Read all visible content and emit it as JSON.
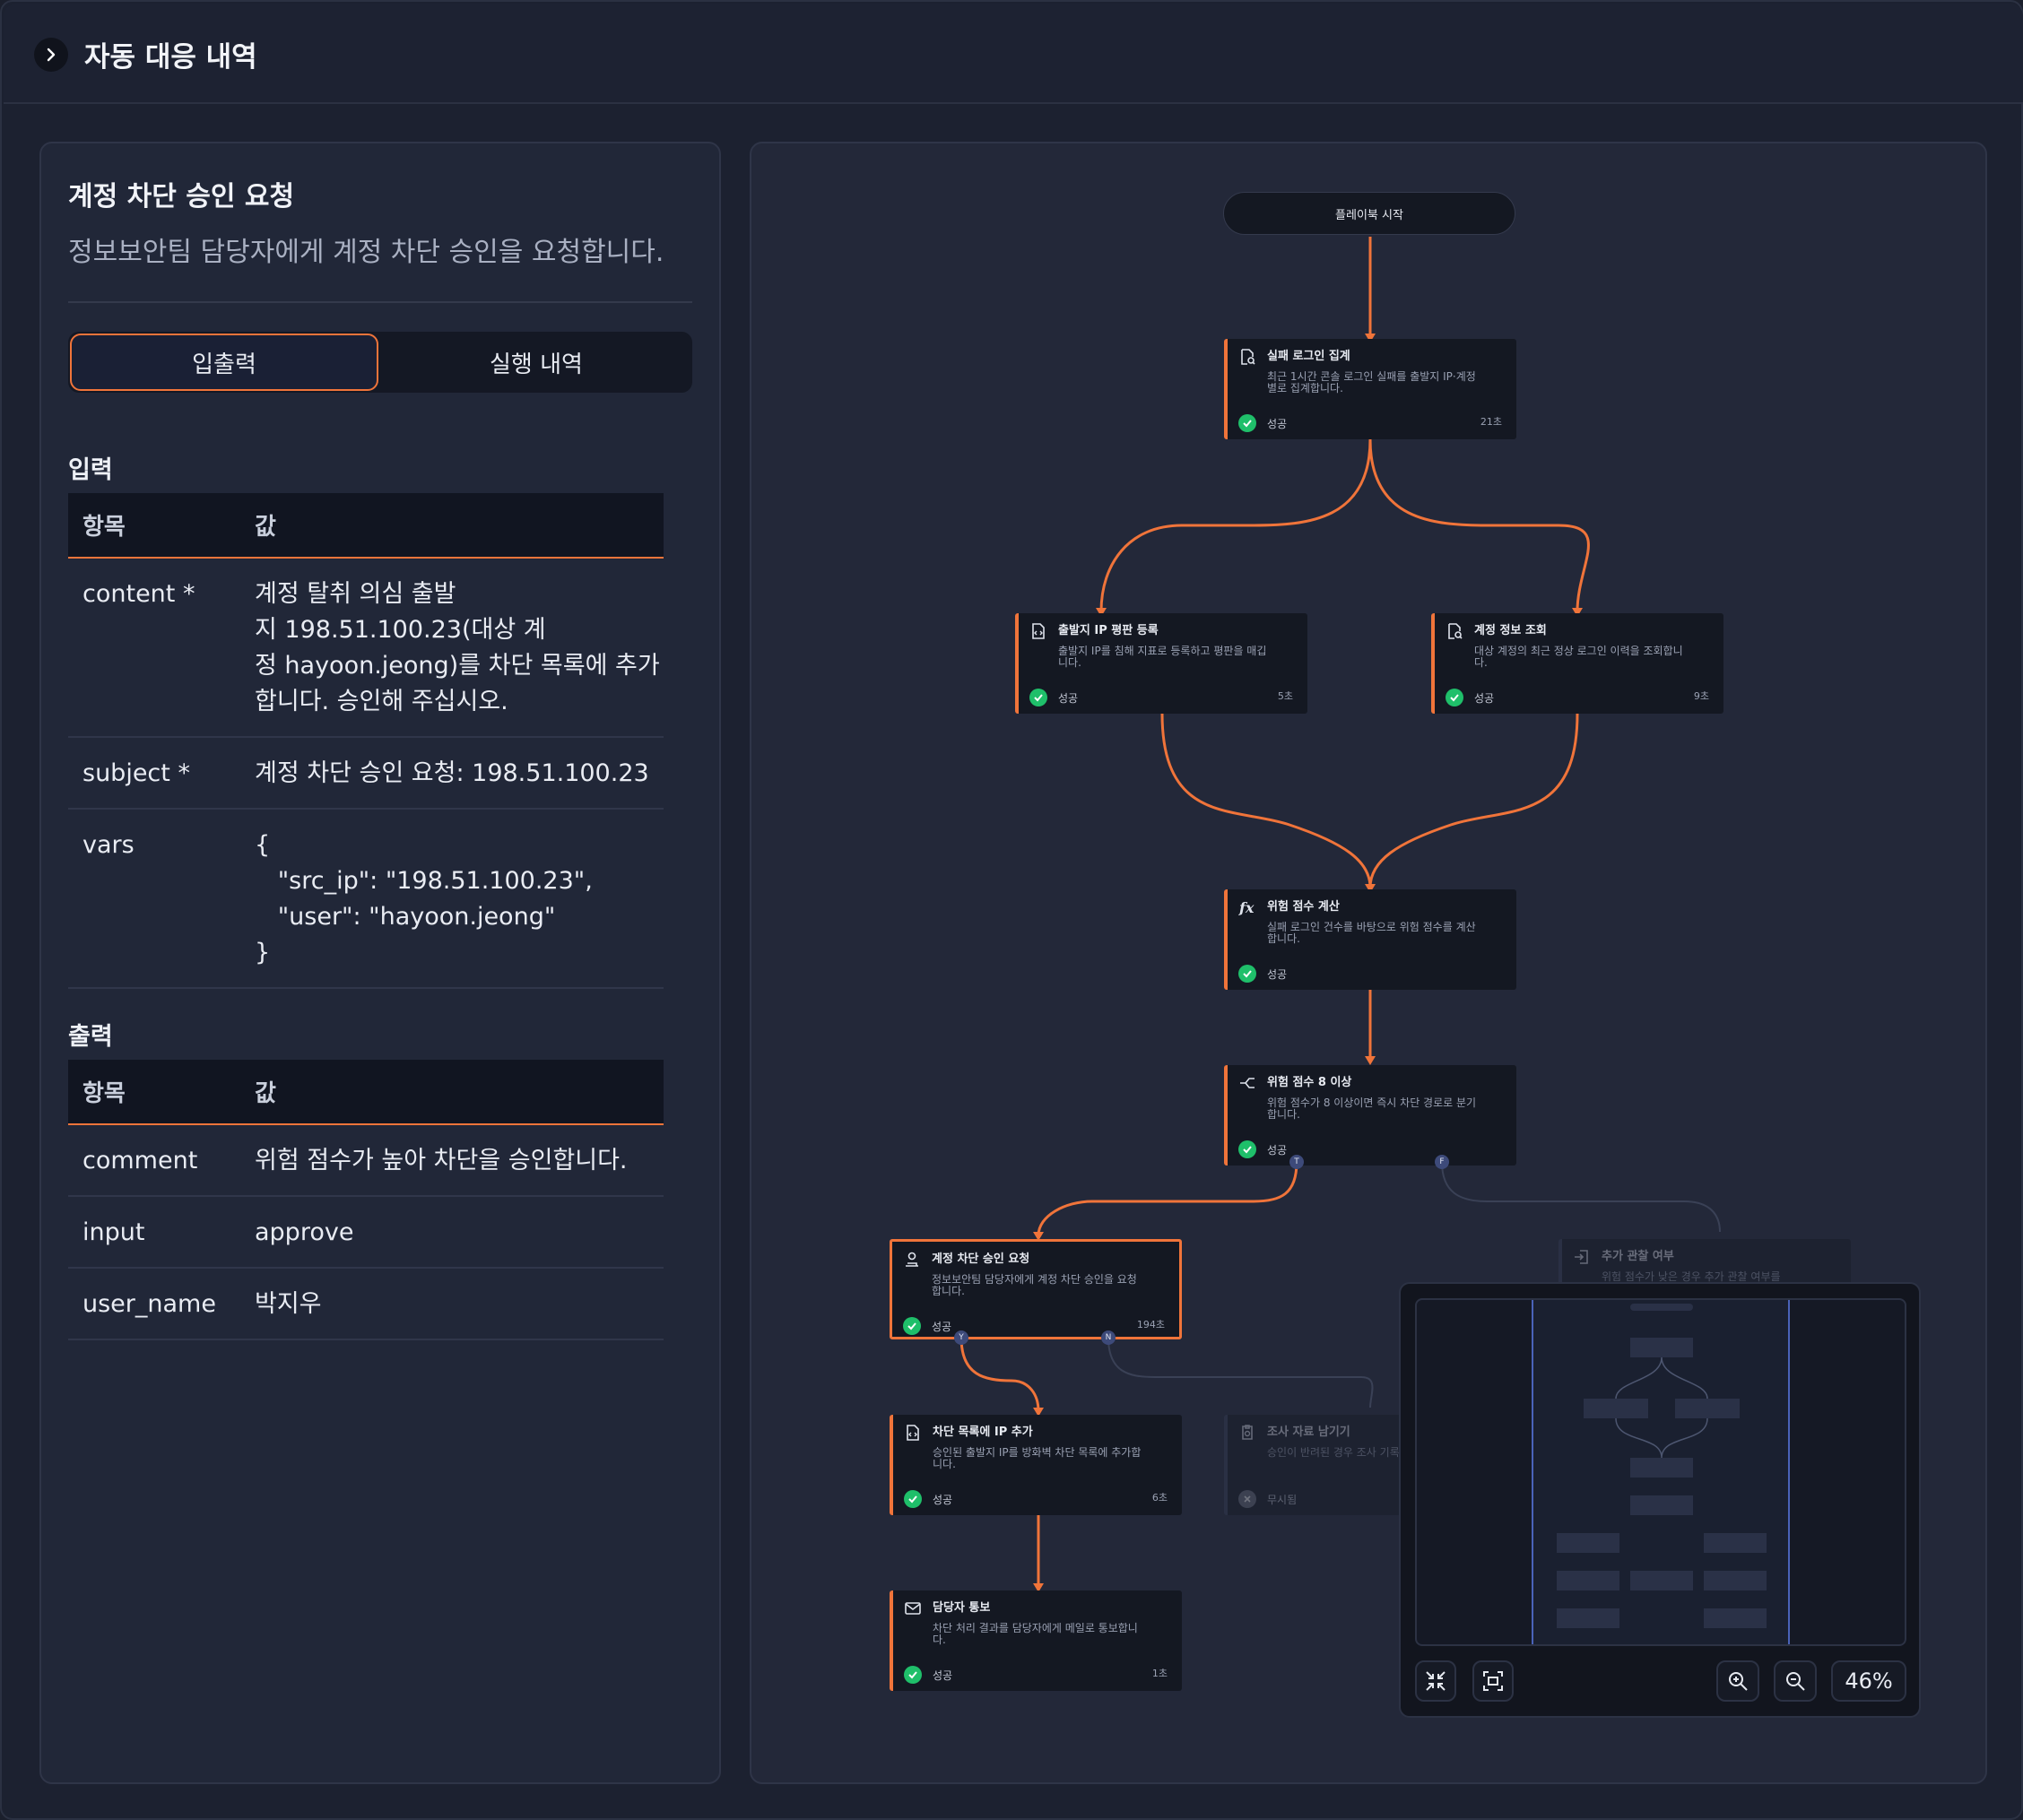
{
  "header": {
    "title": "자동 대응 내역"
  },
  "detail": {
    "title": "계정 차단 승인 요청",
    "description": "정보보안팀 담당자에게 계정 차단 승인을 요청합니다.",
    "tabs": [
      {
        "label": "입출력"
      },
      {
        "label": "실행 내역"
      }
    ],
    "input": {
      "label": "입력",
      "col_key": "항목",
      "col_value": "값",
      "rows": [
        {
          "key": "content *",
          "value": "계정 탈취 의심 출발\n지 198.51.100.23(대상 계\n정 hayoon.jeong)를 차단 목록에 추가\n합니다. 승인해 주십시오."
        },
        {
          "key": "subject *",
          "value": "계정 차단 승인 요청: 198.51.100.23"
        },
        {
          "key": "vars",
          "value": "{\n   \"src_ip\": \"198.51.100.23\",\n   \"user\": \"hayoon.jeong\"\n}"
        }
      ]
    },
    "output": {
      "label": "출력",
      "col_key": "항목",
      "col_value": "값",
      "rows": [
        {
          "key": "comment",
          "value": "위험 점수가 높아 차단을 승인합니다."
        },
        {
          "key": "input",
          "value": "approve"
        },
        {
          "key": "user_name",
          "value": "박지우"
        }
      ]
    }
  },
  "flow": {
    "start_label": "플레이북 시작",
    "nodes": [
      {
        "title": "실패 로그인 집계",
        "desc": "최근 1시간 콘솔 로그인 실패를 출발지 IP·계정별로 집계합니다.",
        "status": "성공",
        "time": "21초"
      },
      {
        "title": "출발지 IP 평판 등록",
        "desc": "출발지 IP를 침해 지표로 등록하고 평판을 매깁니다.",
        "status": "성공",
        "time": "5초"
      },
      {
        "title": "계정 정보 조회",
        "desc": "대상 계정의 최근 정상 로그인 이력을 조회합니다.",
        "status": "성공",
        "time": "9초"
      },
      {
        "title": "위험 점수 계산",
        "desc": "실패 로그인 건수를 바탕으로 위험 점수를 계산합니다.",
        "status": "성공",
        "time": ""
      },
      {
        "title": "위험 점수 8 이상",
        "desc": "위험 점수가 8 이상이면 즉시 차단 경로로 분기합니다.",
        "status": "성공",
        "time": ""
      },
      {
        "title": "계정 차단 승인 요청",
        "desc": "정보보안팀 담당자에게 계정 차단 승인을 요청합니다.",
        "status": "성공",
        "time": "194초"
      },
      {
        "title": "추가 관찰 여부",
        "desc": "위험 점수가 낮은 경우 추가 관찰 여부를",
        "status": "",
        "time": ""
      },
      {
        "title": "차단 목록에 IP 추가",
        "desc": "승인된 출발지 IP를 방화벽 차단 목록에 추가합니다.",
        "status": "성공",
        "time": "6초"
      },
      {
        "title": "조사 자료 남기기",
        "desc": "승인이 반려된 경우 조사 기록을 남깁니다.",
        "status": "무시됨",
        "time": ""
      },
      {
        "title": "담당자 통보",
        "desc": "차단 처리 결과를 담당자에게 메일로 통보합니다.",
        "status": "성공",
        "time": "1초"
      }
    ],
    "ports": {
      "true": "T",
      "false": "F",
      "yes": "Y",
      "no": "N"
    }
  },
  "minimap": {
    "zoom": "46%"
  },
  "colors": {
    "accent": "#f0743a",
    "success": "#1fbf6a",
    "panel": "#212738",
    "background": "#1c2130"
  }
}
